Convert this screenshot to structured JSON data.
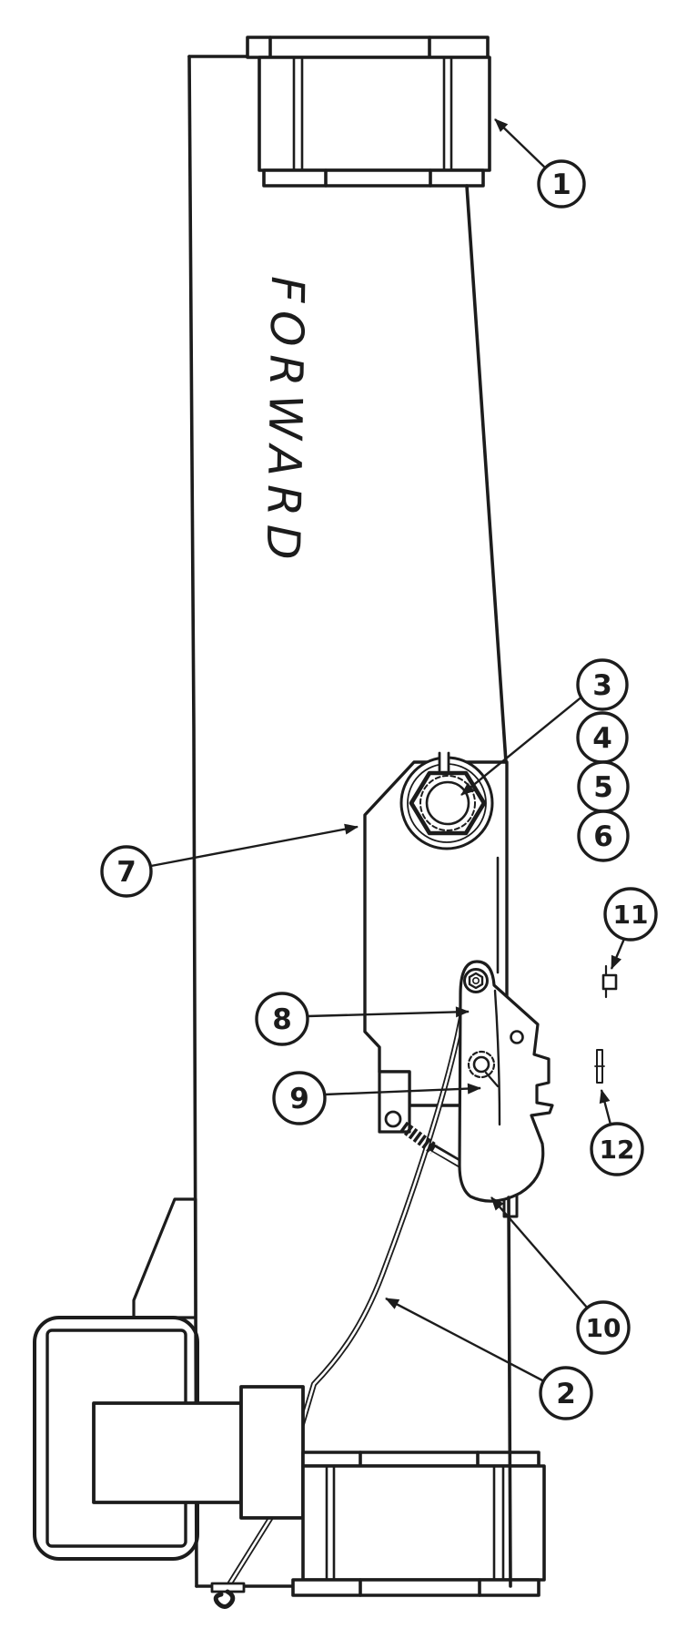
{
  "diagram": {
    "direction_label": "FORWARD",
    "line_color": "#1c1c1c",
    "background_color": "#ffffff",
    "callouts": [
      {
        "number": "1"
      },
      {
        "number": "2"
      },
      {
        "number": "3"
      },
      {
        "number": "4"
      },
      {
        "number": "5"
      },
      {
        "number": "6"
      },
      {
        "number": "7"
      },
      {
        "number": "8"
      },
      {
        "number": "9"
      },
      {
        "number": "10"
      },
      {
        "number": "11"
      },
      {
        "number": "12"
      }
    ]
  }
}
